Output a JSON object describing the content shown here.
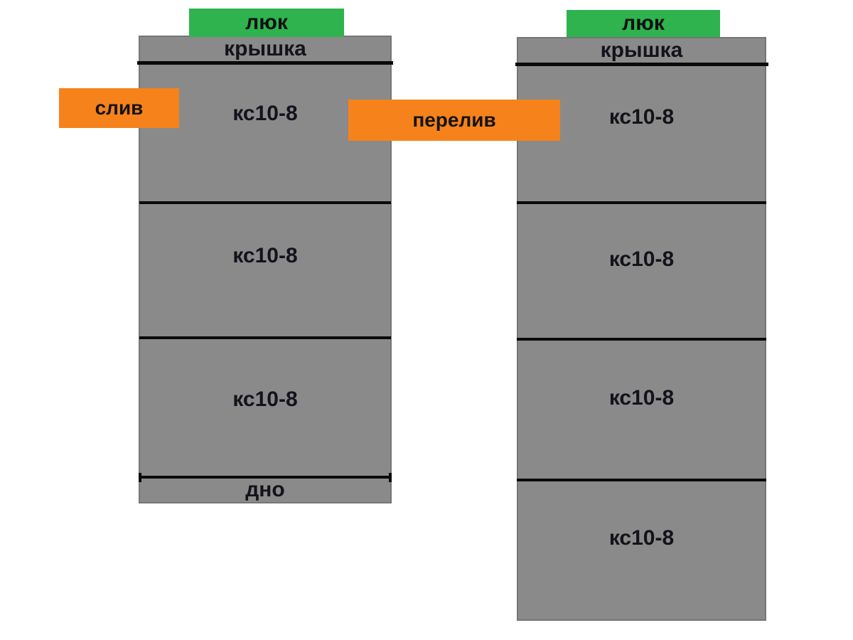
{
  "diagram_title": "",
  "left_assembly": {
    "hatch_label": "люк",
    "cover_label": "крышка",
    "rings": [
      {
        "label": "кс10-8"
      },
      {
        "label": "кс10-8"
      },
      {
        "label": "кс10-8"
      }
    ],
    "bottom_label": "дно"
  },
  "right_assembly": {
    "hatch_label": "люк",
    "cover_label": "крышка",
    "rings": [
      {
        "label": "кс10-8"
      },
      {
        "label": "кс10-8"
      },
      {
        "label": "кс10-8"
      },
      {
        "label": "кс10-8"
      }
    ]
  },
  "pipe_labels": {
    "drain": "слив",
    "overflow": "перелив"
  },
  "colors": {
    "hatch_green": "#2eb34e",
    "pipe_orange": "#f6821c",
    "ring_gray": "#8a8a8a",
    "joint_line_black": "#0a0a0a",
    "background": "#ffffff"
  }
}
